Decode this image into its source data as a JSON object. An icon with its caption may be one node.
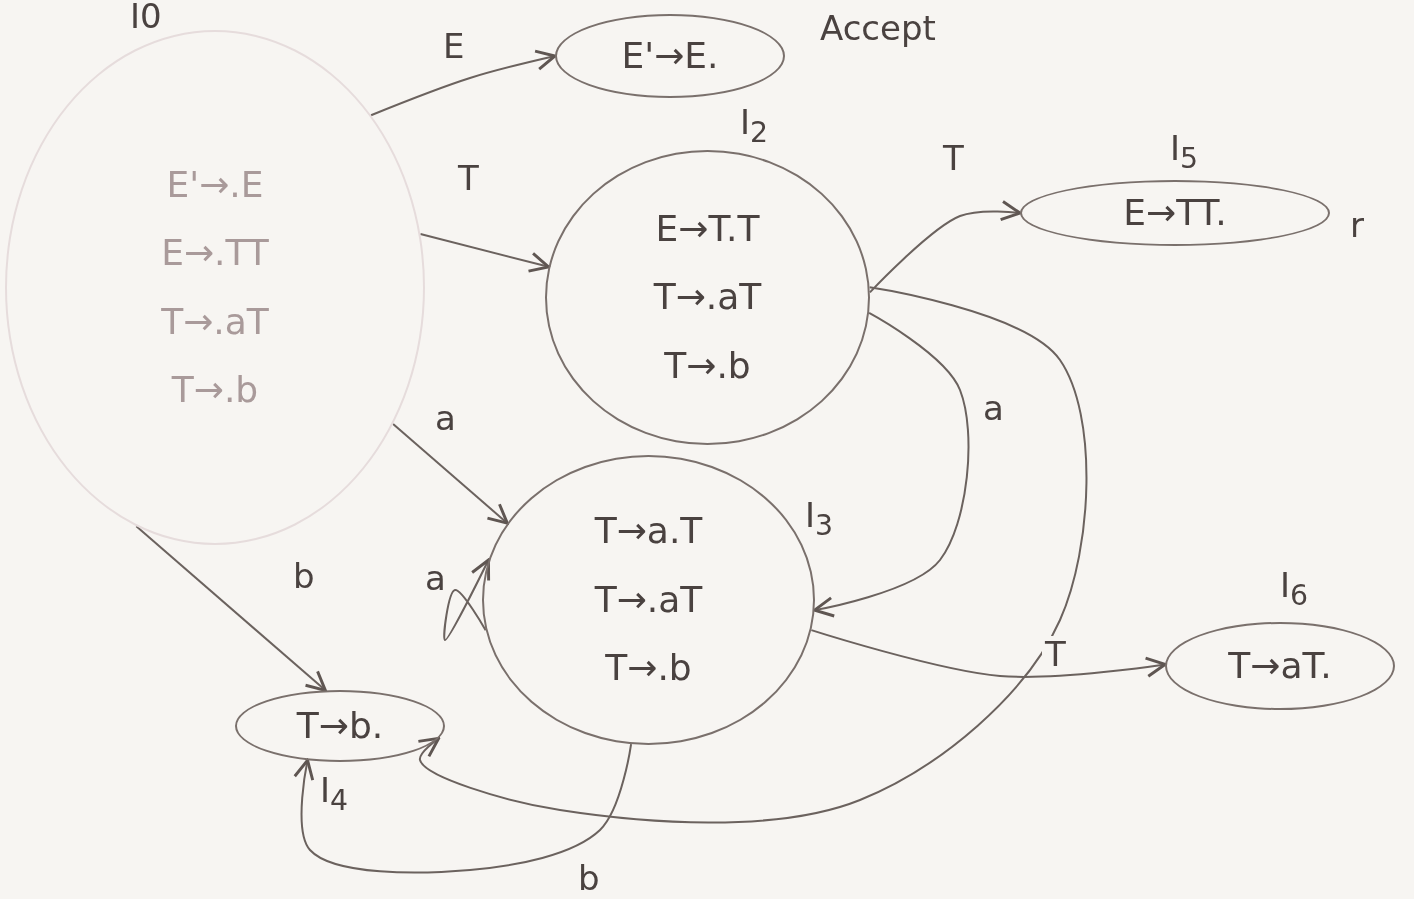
{
  "diagram": {
    "nodes": [
      {
        "text": [
          "E'→.E",
          "E→.TT",
          "T→.aT",
          "T→.b"
        ],
        "beside": [
          "I0"
        ]
      },
      {
        "text": [
          "E'→E."
        ],
        "beside": [
          "Accept"
        ]
      },
      {
        "text": [
          "E→T.T",
          "T→.aT",
          "T→.b"
        ],
        "beside": [
          "I$_{2}$"
        ]
      },
      {
        "text": [
          "E→TT."
        ],
        "beside": [
          "I$_{5}$",
          "r"
        ]
      },
      {
        "text": [
          "T→a.T",
          "T→.aT",
          "T→.b"
        ],
        "beside": [
          "I$_{3}$"
        ]
      },
      {
        "text": [
          "T→aT."
        ],
        "beside": [
          "I$_{6}$"
        ]
      },
      {
        "text": [
          "T→b."
        ],
        "beside": [
          "I$_{4}$"
        ]
      }
    ],
    "edges": [
      {
        "from": 0,
        "to": 1,
        "arrow": "to",
        "label": "E"
      },
      {
        "from": 0,
        "to": 2,
        "arrow": "to",
        "label": "T"
      },
      {
        "from": 2,
        "to": 3,
        "arrow": "to",
        "label": "T"
      },
      {
        "from": 0,
        "to": 4,
        "arrow": "to",
        "label": "a"
      },
      {
        "from": 0,
        "to": 6,
        "arrow": "to",
        "label": "b"
      },
      {
        "from": 4,
        "to": 4,
        "arrow": "to",
        "label": "a"
      },
      {
        "from": 2,
        "to": 4,
        "arrow": "to",
        "label": "a"
      },
      {
        "from": 4,
        "to": 5,
        "arrow": "to",
        "label": "T"
      },
      {
        "from": 2,
        "to": 6,
        "arrow": "to"
      },
      {
        "from": 4,
        "to": 6,
        "arrow": "to",
        "label": "b"
      }
    ]
  }
}
